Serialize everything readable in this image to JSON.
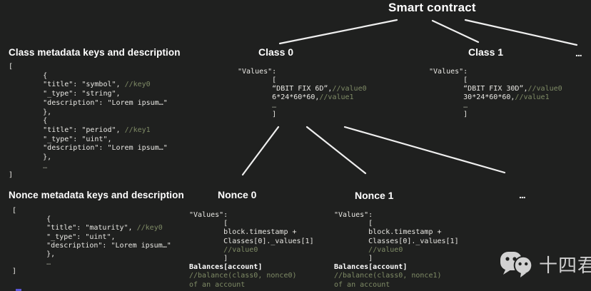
{
  "title": "Smart contract",
  "colors": {
    "background": "#1f201f",
    "heading": "#ffffff",
    "code_text": "#e8e7e3",
    "code_comment": "#7f8b66",
    "connector": "#efefef",
    "watermark": "#d0d0d0"
  },
  "left_column": {
    "class_heading": "Class metadata keys and description",
    "class_code": [
      [
        {
          "t": "[",
          "s": "code"
        }
      ],
      [
        {
          "t": "        {",
          "s": "code"
        }
      ],
      [
        {
          "t": "        \"title\": \"symbol\", ",
          "s": "code"
        },
        {
          "t": "//key0",
          "s": "comment"
        }
      ],
      [
        {
          "t": "        \"_type\": \"string\",",
          "s": "code"
        }
      ],
      [
        {
          "t": "        \"description\": \"Lorem ipsum…\"",
          "s": "code"
        }
      ],
      [
        {
          "t": "        },",
          "s": "code"
        }
      ],
      [
        {
          "t": "        {",
          "s": "code"
        }
      ],
      [
        {
          "t": "        \"title\": \"period\", ",
          "s": "code"
        },
        {
          "t": "//key1",
          "s": "comment"
        }
      ],
      [
        {
          "t": "        \"_type\": \"uint\",",
          "s": "code"
        }
      ],
      [
        {
          "t": "        \"description\": \"Lorem ipsum…\"",
          "s": "code"
        }
      ],
      [
        {
          "t": "        },",
          "s": "code"
        }
      ],
      [
        {
          "t": "        …",
          "s": "dim"
        }
      ],
      [
        {
          "t": "]",
          "s": "code"
        }
      ]
    ],
    "nonce_heading": "Nonce metadata keys and description",
    "nonce_code": [
      [
        {
          "t": "[",
          "s": "code"
        }
      ],
      [
        {
          "t": "        {",
          "s": "code"
        }
      ],
      [
        {
          "t": "        \"title\": \"maturity\", ",
          "s": "code"
        },
        {
          "t": "//key0",
          "s": "comment"
        }
      ],
      [
        {
          "t": "        \"_type\": \"uint\",",
          "s": "code"
        }
      ],
      [
        {
          "t": "        \"description\": \"Lorem ipsum…\"",
          "s": "code"
        }
      ],
      [
        {
          "t": "        },",
          "s": "code"
        }
      ],
      [
        {
          "t": "        …",
          "s": "dim"
        }
      ],
      [
        {
          "t": "]",
          "s": "code"
        }
      ]
    ]
  },
  "tree": {
    "class0": {
      "label": "Class 0",
      "code": [
        [
          {
            "t": "\"Values\":",
            "s": "code"
          }
        ],
        [
          {
            "t": "        [",
            "s": "code"
          }
        ],
        [
          {
            "t": "        “DBIT FIX 6D”,",
            "s": "code"
          },
          {
            "t": "//value0",
            "s": "comment"
          }
        ],
        [
          {
            "t": "        6*24*60*60,",
            "s": "code"
          },
          {
            "t": "//value1",
            "s": "comment"
          }
        ],
        [
          {
            "t": "        …",
            "s": "dim"
          }
        ],
        [
          {
            "t": "        ]",
            "s": "code"
          }
        ]
      ]
    },
    "class1": {
      "label": "Class 1",
      "code": [
        [
          {
            "t": "\"Values\":",
            "s": "code"
          }
        ],
        [
          {
            "t": "        [",
            "s": "code"
          }
        ],
        [
          {
            "t": "        “DBIT FIX 30D”,",
            "s": "code"
          },
          {
            "t": "//value0",
            "s": "comment"
          }
        ],
        [
          {
            "t": "        30*24*60*60,",
            "s": "code"
          },
          {
            "t": "//value1",
            "s": "comment"
          }
        ],
        [
          {
            "t": "        …",
            "s": "dim"
          }
        ],
        [
          {
            "t": "        ]",
            "s": "code"
          }
        ]
      ]
    },
    "classes_ellipsis": "...",
    "nonce0": {
      "label": "Nonce 0",
      "code": [
        [
          {
            "t": "\"Values\":",
            "s": "code"
          }
        ],
        [
          {
            "t": "        [",
            "s": "code"
          }
        ],
        [
          {
            "t": "        block.timestamp +",
            "s": "code"
          }
        ],
        [
          {
            "t": "        Classes[0]._values[1]",
            "s": "code"
          }
        ],
        [
          {
            "t": "        ",
            "s": "code"
          },
          {
            "t": "//value0",
            "s": "comment"
          }
        ],
        [
          {
            "t": "        ]",
            "s": "code"
          }
        ],
        [
          {
            "t": "Balances[account]",
            "s": "strong"
          }
        ],
        [
          {
            "t": "//balance(class0, nonce0)",
            "s": "comment"
          }
        ],
        [
          {
            "t": "of an account",
            "s": "comment"
          }
        ]
      ]
    },
    "nonce1": {
      "label": "Nonce 1",
      "code": [
        [
          {
            "t": "\"Values\":",
            "s": "code"
          }
        ],
        [
          {
            "t": "        [",
            "s": "code"
          }
        ],
        [
          {
            "t": "        block.timestamp +",
            "s": "code"
          }
        ],
        [
          {
            "t": "        Classes[0]._values[1]",
            "s": "code"
          }
        ],
        [
          {
            "t": "        ",
            "s": "code"
          },
          {
            "t": "//value0",
            "s": "comment"
          }
        ],
        [
          {
            "t": "        ]",
            "s": "code"
          }
        ],
        [
          {
            "t": "Balances[account]",
            "s": "strong"
          }
        ],
        [
          {
            "t": "//balance(class0, nonce1)",
            "s": "comment"
          }
        ],
        [
          {
            "t": "of an account",
            "s": "comment"
          }
        ]
      ]
    },
    "nonces_ellipsis": "..."
  },
  "watermark": {
    "icon": "wechat-logo-icon",
    "text": "十四君"
  }
}
